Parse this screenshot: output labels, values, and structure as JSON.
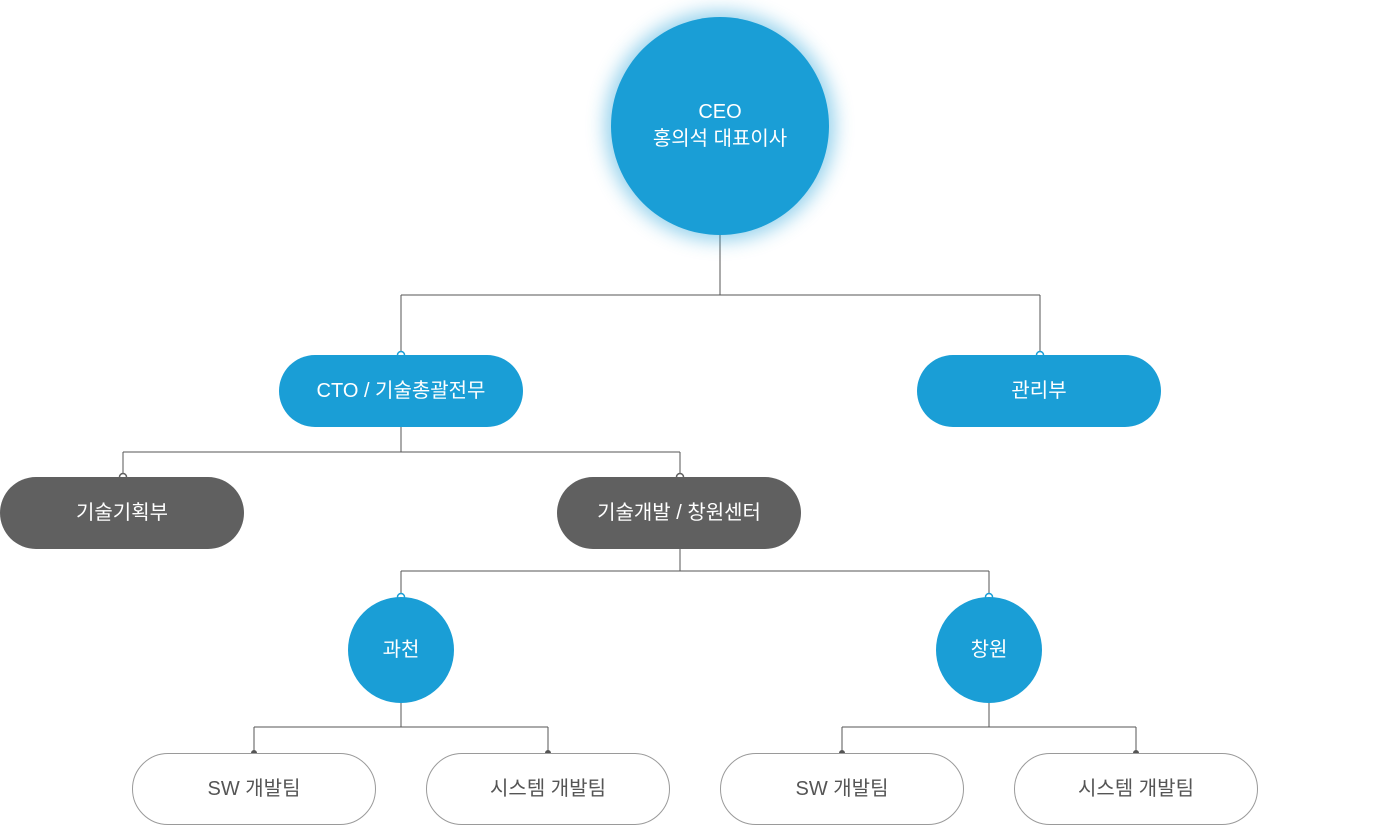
{
  "colors": {
    "primary_blue": "#1a9ed6",
    "department_gray": "#606060",
    "team_outline": "#9a9a9a",
    "connector": "#555555"
  },
  "ceo": {
    "title": "CEO",
    "name": "홍의석 대표이사"
  },
  "cto": {
    "label": "CTO / 기술총괄전무"
  },
  "admin": {
    "label": "관리부"
  },
  "tech_planning": {
    "label": "기술기획부"
  },
  "tech_dev": {
    "label": "기술개발 / 창원센터"
  },
  "gwacheon": {
    "label": "과천",
    "teams": [
      "SW 개발팀",
      "시스템 개발팀"
    ]
  },
  "changwon": {
    "label": "창원",
    "teams": [
      "SW 개발팀",
      "시스템 개발팀"
    ]
  }
}
